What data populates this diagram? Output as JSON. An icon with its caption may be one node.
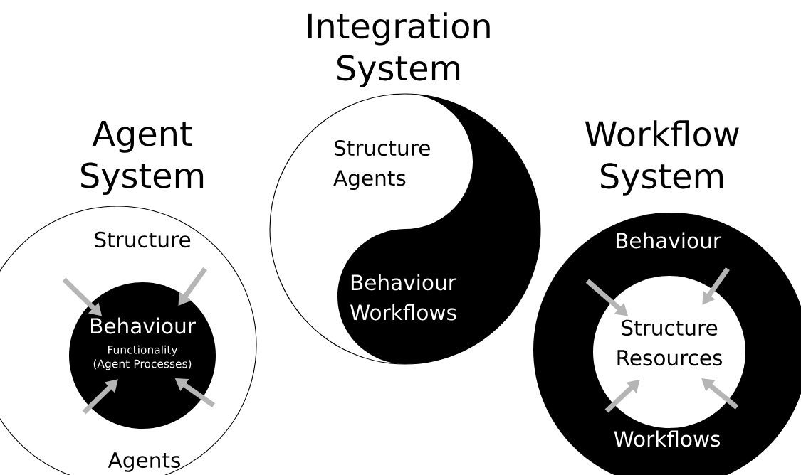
{
  "diagram": {
    "nodes": [
      {
        "text": [
          "Agent System",
          "Structure",
          "Agents"
        ]
      },
      {
        "text": [
          "Behaviour",
          "Functionality (Agent Processes)"
        ],
        "in": 0
      },
      {
        "text": [
          "Integration System",
          "Structure Agents"
        ]
      },
      {
        "text": [
          "Behaviour Workflows"
        ],
        "in": 2
      },
      {
        "text": [
          "Workflow System",
          "Behaviour",
          "Workflows"
        ]
      },
      {
        "text": [
          "Structure Resources"
        ],
        "in": 4
      }
    ],
    "edges": [
      {
        "from": null,
        "to": 1,
        "arrow": "to"
      },
      {
        "from": null,
        "to": 1,
        "arrow": "to"
      },
      {
        "from": null,
        "to": 1,
        "arrow": "to"
      },
      {
        "from": null,
        "to": 1,
        "arrow": "to"
      },
      {
        "from": null,
        "to": 5,
        "arrow": "to"
      },
      {
        "from": null,
        "to": 5,
        "arrow": "to"
      },
      {
        "from": null,
        "to": 5,
        "arrow": "to"
      },
      {
        "from": null,
        "to": 5,
        "arrow": "to"
      }
    ]
  }
}
